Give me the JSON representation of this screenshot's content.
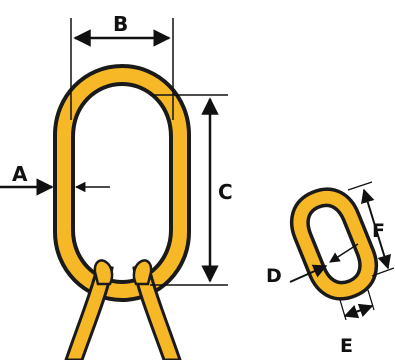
{
  "colors": {
    "link_fill": "#f6b826",
    "outline": "#1a1a1a",
    "dimension_line": "#111111",
    "background": "#ffffff"
  },
  "labels": {
    "A": "A",
    "B": "B",
    "C": "C",
    "D": "D",
    "E": "E",
    "F": "F"
  }
}
